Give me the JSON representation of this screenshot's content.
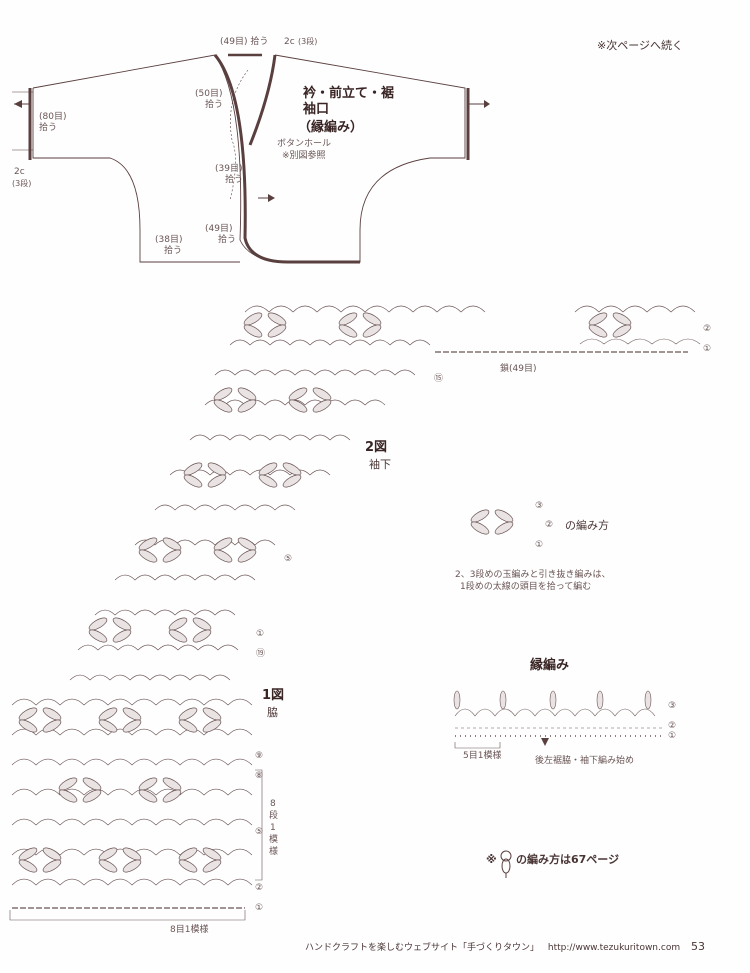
{
  "header": {
    "continued_note": "※次ページへ続く"
  },
  "jacket": {
    "labels": {
      "top_49": "(49目) 拾う",
      "top_2c": "2c",
      "top_3dan": "(3段)",
      "left_80": "(80目)",
      "left_80_pick": "拾う",
      "left_2c": "2c",
      "left_3dan": "(3段)",
      "mid_50": "(50目)",
      "mid_50_pick": "拾う",
      "mid_39": "(39目)",
      "mid_39_pick": "拾う",
      "low_49": "(49目)",
      "low_49_pick": "拾う",
      "bottom_38": "(38目)",
      "bottom_38_pick": "拾う",
      "buttonhole": "ボタンホール",
      "buttonhole_ref": "※別図参照"
    },
    "title_line1": "衿・前立て・裾",
    "title_line2": "袖口",
    "title_line3": "（縁編み）"
  },
  "chart2": {
    "title": "2図",
    "subtitle": "袖下",
    "chain_label": "鎖(49目)",
    "row_labels": {
      "r2": "②",
      "r1": "①",
      "r15": "⑮",
      "r5": "⑤",
      "r1b": "①",
      "r19": "⑲"
    }
  },
  "motif_legend": {
    "rows": [
      "③",
      "②",
      "①"
    ],
    "text": "の編み方",
    "note_line1": "2、3段めの玉編みと引き抜き編みは、",
    "note_line2": "1段めの太線の頭目を拾って編む"
  },
  "edging": {
    "title": "縁編み",
    "rows": [
      "③",
      "②",
      "①"
    ],
    "repeat_label": "5目1模様",
    "start_label": "後左裾脇・袖下編み始め"
  },
  "chart1": {
    "title": "1図",
    "subtitle": "脇",
    "row_labels": {
      "r9": "⑨",
      "r8": "⑧",
      "r5": "⑤",
      "r2": "②",
      "r1": "①"
    },
    "repeat_rows_line1": "8",
    "repeat_rows_line2": "段",
    "repeat_rows_line3": "1",
    "repeat_rows_line4": "模",
    "repeat_rows_line5": "様",
    "repeat_label": "8目1模様"
  },
  "method_note": {
    "prefix": "※",
    "text": "の編み方は67ページ"
  },
  "footer": {
    "text": "ハンドクラフトを楽しむウェブサイト「手づくりタウン」",
    "url": "http://www.tezukuritown.com",
    "page": "53"
  }
}
